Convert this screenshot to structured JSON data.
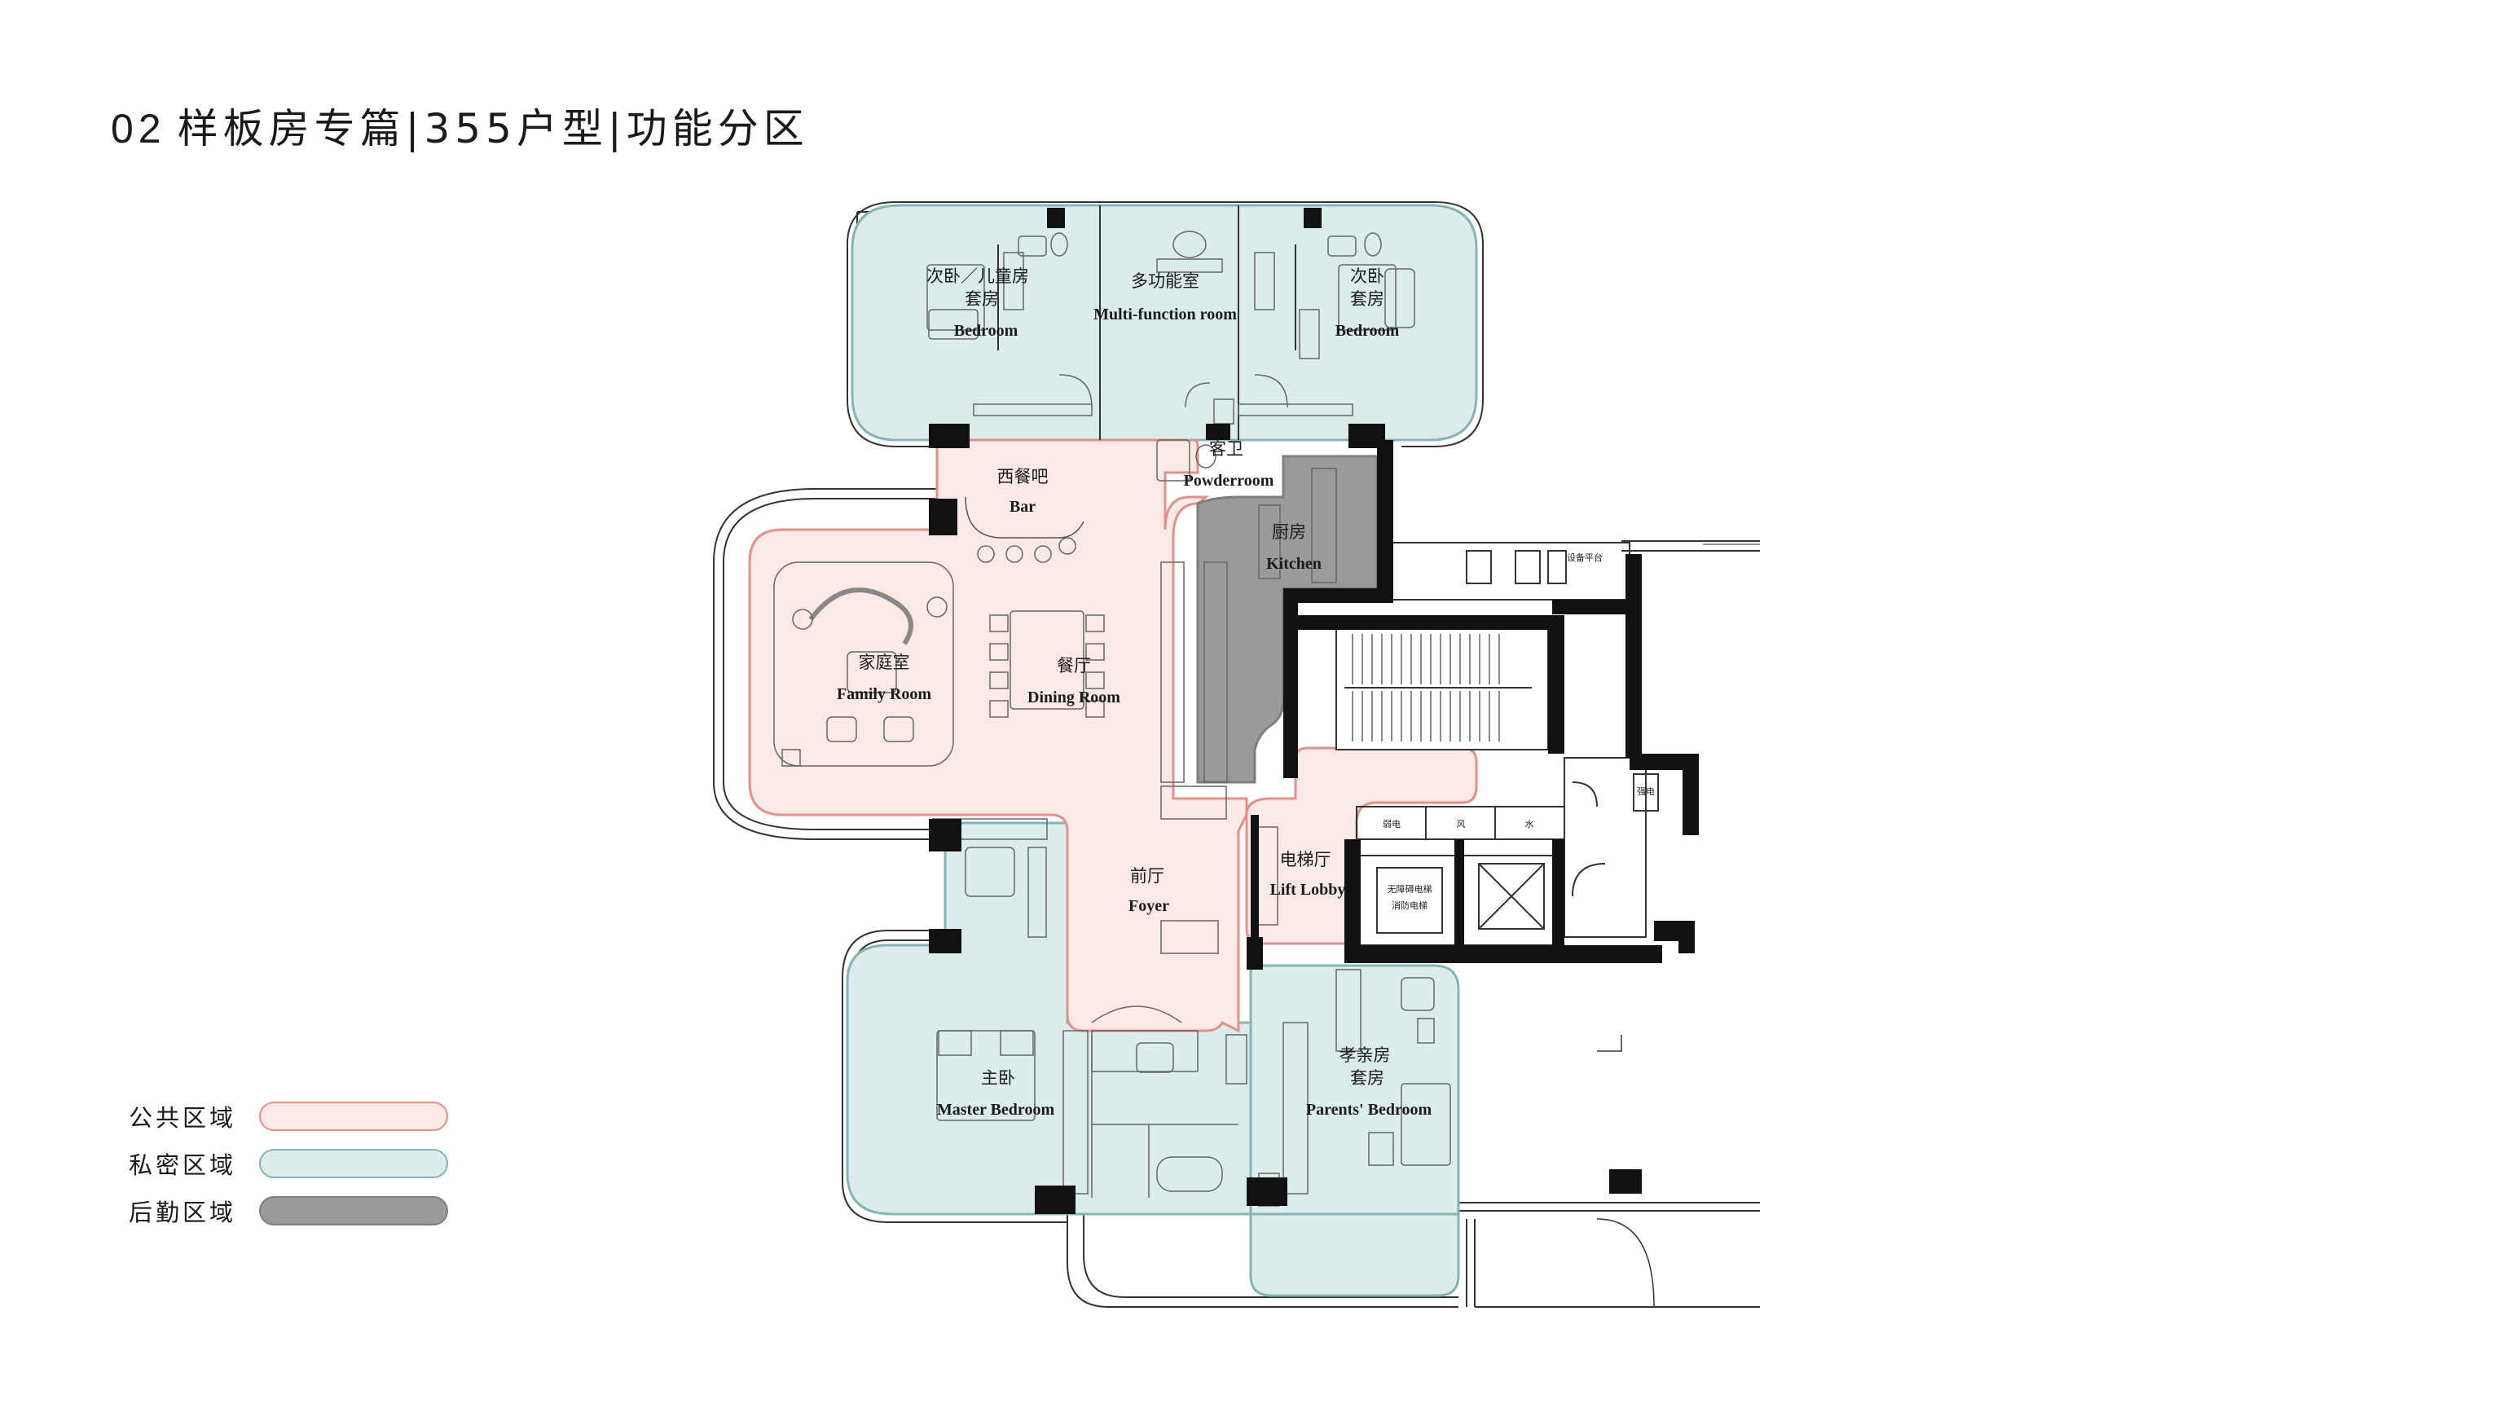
{
  "header": {
    "number": "02",
    "title": "样板房专篇|355户型|功能分区"
  },
  "colors": {
    "public_fill": "#fbe9e5",
    "public_stroke": "#e4908a",
    "private_fill": "#dcebeb",
    "private_stroke": "#86b4b4",
    "service_fill": "#9a9a9a",
    "service_stroke": "#7e7e7e",
    "wall": "#111111"
  },
  "rooms": {
    "kids_bedroom": {
      "cn1": "次卧／儿童房",
      "cn2": "套房",
      "en": "Bedroom"
    },
    "multifunction": {
      "cn": "多功能室",
      "en": "Multi-function room"
    },
    "second_bedroom": {
      "cn1": "次卧",
      "cn2": "套房",
      "en": "Bedroom"
    },
    "powder": {
      "cn": "客卫",
      "en": "Powderroom"
    },
    "bar": {
      "cn": "西餐吧",
      "en": "Bar"
    },
    "kitchen": {
      "cn": "厨房",
      "en": "Kitchen"
    },
    "family": {
      "cn": "家庭室",
      "en": "Family Room"
    },
    "dining": {
      "cn": "餐厅",
      "en": "Dining Room"
    },
    "foyer": {
      "cn": "前厅",
      "en": "Foyer"
    },
    "lift_lobby": {
      "cn": "电梯厅",
      "en": "Lift Lobby"
    },
    "master": {
      "cn": "主卧",
      "en": "Master Bedroom"
    },
    "parents": {
      "cn1": "孝亲房",
      "cn2": "套房",
      "en": "Parents' Bedroom"
    }
  },
  "core_labels": {
    "weak_current": "弱电",
    "wind": "风",
    "water": "水",
    "strong_current": "强电",
    "fire_lift": "无障碍电梯",
    "fire_lift2": "消防电梯",
    "equipment_platform": "设备平台"
  },
  "legend": [
    {
      "label": "公共区域",
      "key": "public"
    },
    {
      "label": "私密区域",
      "key": "private"
    },
    {
      "label": "后勤区域",
      "key": "service"
    }
  ]
}
